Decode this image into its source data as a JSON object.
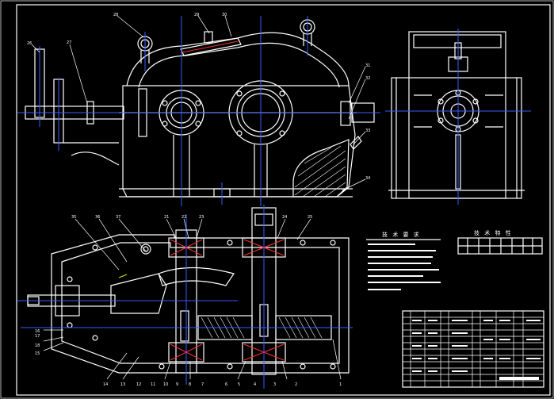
{
  "drawing": {
    "tech_requirements_title": "技 术 要 求",
    "tech_specs_title": "技 术 特 性",
    "balloons_front": [
      "26",
      "27",
      "28",
      "29",
      "30",
      "31",
      "32",
      "33",
      "34"
    ],
    "balloons_plan": [
      "35",
      "36",
      "37",
      "21",
      "22",
      "23",
      "24",
      "25",
      "17",
      "18",
      "15",
      "16",
      "14",
      "13",
      "12",
      "11",
      "10",
      "9",
      "8",
      "7",
      "6",
      "5",
      "4",
      "3",
      "2",
      "1"
    ]
  }
}
